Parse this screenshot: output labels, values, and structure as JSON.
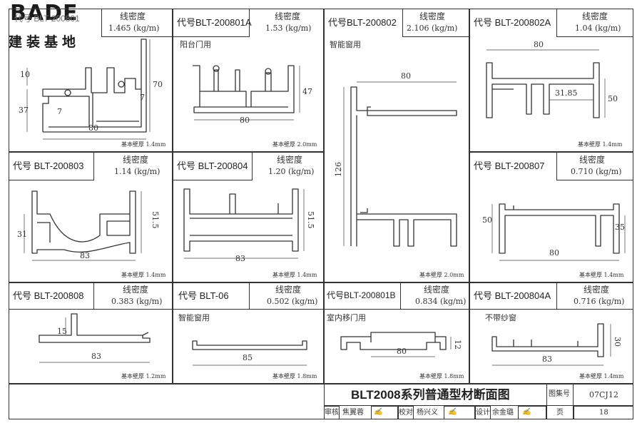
{
  "logo": {
    "brand": "BADE",
    "brand_cn": "建装基地"
  },
  "panels": [
    {
      "code": "代号 BLT-200801",
      "density_label": "线密度",
      "density_value": "1.465 (kg/m)",
      "wall": "基本壁厚 1.4mm",
      "dims": [
        "10",
        "37",
        "7",
        "80",
        "70",
        "7"
      ]
    },
    {
      "code": "代号BLT-200801A",
      "density_label": "线密度",
      "density_value": "1.53 (kg/m)",
      "subtitle": "阳台门用",
      "wall": "基本壁厚 2.0mm",
      "dims": [
        "80",
        "47"
      ]
    },
    {
      "code": "代号BLT-200802",
      "density_label": "线密度",
      "density_value": "2.106 (kg/m)",
      "subtitle": "智能窗用",
      "wall": "基本壁厚 2.0mm",
      "dims": [
        "80",
        "126"
      ]
    },
    {
      "code": "代号 BLT-200802A",
      "density_label": "线密度",
      "density_value": "1.04 (kg/m)",
      "wall": "基本壁厚 1.4mm",
      "dims": [
        "80",
        "31.85",
        "50"
      ]
    },
    {
      "code": "代号 BLT-200803",
      "density_label": "线密度",
      "density_value": "1.14 (kg/m)",
      "wall": "基本壁厚 1.4mm",
      "dims": [
        "31",
        "51.5",
        "83"
      ]
    },
    {
      "code": "代号 BLT-200804",
      "density_label": "线密度",
      "density_value": "1.20 (kg/m)",
      "wall": "基本壁厚 1.4mm",
      "dims": [
        "51.5",
        "83"
      ]
    },
    {
      "code": "代号 BLT-200807",
      "density_label": "线密度",
      "density_value": "0.710 (kg/m)",
      "wall": "基本壁厚 1.4mm",
      "dims": [
        "50",
        "35",
        "80"
      ]
    },
    {
      "code": "代号 BLT-200808",
      "density_label": "线密度",
      "density_value": "0.383 (kg/m)",
      "wall": "基本壁厚 1.2mm",
      "dims": [
        "15",
        "83"
      ]
    },
    {
      "code": "代号 BLT-06",
      "density_label": "线密度",
      "density_value": "0.502 (kg/m)",
      "subtitle": "智能窗用",
      "wall": "基本壁厚 1.8mm",
      "dims": [
        "85"
      ]
    },
    {
      "code": "代号BLT-200801B",
      "density_label": "线密度",
      "density_value": "0.834 (kg/m)",
      "subtitle": "室内移门用",
      "wall": "基本壁厚 1.8mm",
      "dims": [
        "80",
        "12"
      ]
    },
    {
      "code": "代号 BLT-200804A",
      "density_label": "线密度",
      "density_value": "0.716 (kg/m)",
      "subtitle": "不带纱窗",
      "wall": "基本壁厚 1.4mm",
      "dims": [
        "30",
        "83"
      ]
    }
  ],
  "title_block": {
    "title": "BLT2008系列普通型材断面图",
    "atlas_label": "图集号",
    "atlas_value": "07CJ12",
    "review_label": "审核",
    "review_name": "焦翼蓉",
    "check_label": "校对",
    "check_name": "杨兴义",
    "design_label": "设计",
    "design_name": "余金璐",
    "page_label": "页",
    "page_value": "18"
  }
}
